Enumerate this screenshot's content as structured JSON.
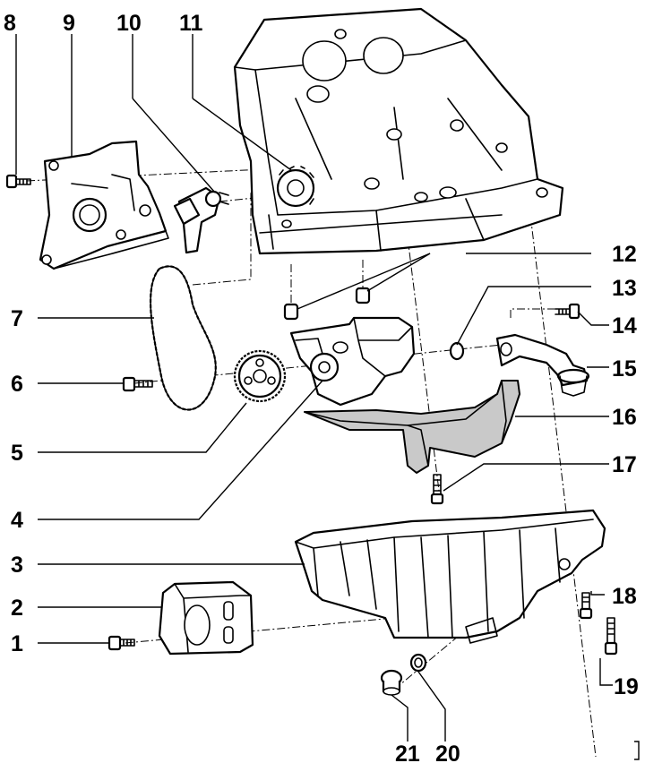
{
  "callouts": [
    {
      "id": "1",
      "label": "1"
    },
    {
      "id": "2",
      "label": "2"
    },
    {
      "id": "3",
      "label": "3"
    },
    {
      "id": "4",
      "label": "4"
    },
    {
      "id": "5",
      "label": "5"
    },
    {
      "id": "6",
      "label": "6"
    },
    {
      "id": "7",
      "label": "7"
    },
    {
      "id": "8",
      "label": "8"
    },
    {
      "id": "9",
      "label": "9"
    },
    {
      "id": "10",
      "label": "10"
    },
    {
      "id": "11",
      "label": "11"
    },
    {
      "id": "12",
      "label": "12"
    },
    {
      "id": "13",
      "label": "13"
    },
    {
      "id": "14",
      "label": "14"
    },
    {
      "id": "15",
      "label": "15"
    },
    {
      "id": "16",
      "label": "16"
    },
    {
      "id": "17",
      "label": "17"
    },
    {
      "id": "18",
      "label": "18"
    },
    {
      "id": "19",
      "label": "19"
    },
    {
      "id": "20",
      "label": "20"
    },
    {
      "id": "21",
      "label": "21"
    }
  ],
  "colors": {
    "line": "#000000",
    "background": "#ffffff",
    "shading": "#c9c9c9"
  }
}
